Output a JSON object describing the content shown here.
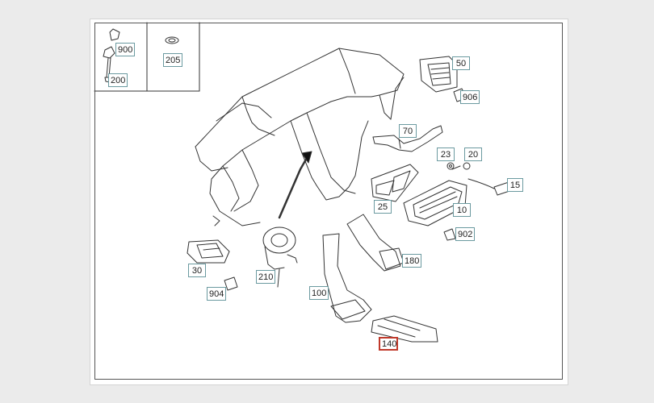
{
  "callouts": [
    {
      "label": "900",
      "selected": false
    },
    {
      "label": "200",
      "selected": false
    },
    {
      "label": "205",
      "selected": false
    },
    {
      "label": "50",
      "selected": false
    },
    {
      "label": "906",
      "selected": false
    },
    {
      "label": "70",
      "selected": false
    },
    {
      "label": "23",
      "selected": false
    },
    {
      "label": "20",
      "selected": false
    },
    {
      "label": "15",
      "selected": false
    },
    {
      "label": "25",
      "selected": false
    },
    {
      "label": "10",
      "selected": false
    },
    {
      "label": "902",
      "selected": false
    },
    {
      "label": "180",
      "selected": false
    },
    {
      "label": "30",
      "selected": false
    },
    {
      "label": "210",
      "selected": false
    },
    {
      "label": "100",
      "selected": false
    },
    {
      "label": "904",
      "selected": false
    },
    {
      "label": "140",
      "selected": true
    }
  ],
  "colors": {
    "callout_border": "#6b9aa0",
    "selected_border": "#c0392b",
    "line": "#333333",
    "background": "#ebebeb"
  }
}
